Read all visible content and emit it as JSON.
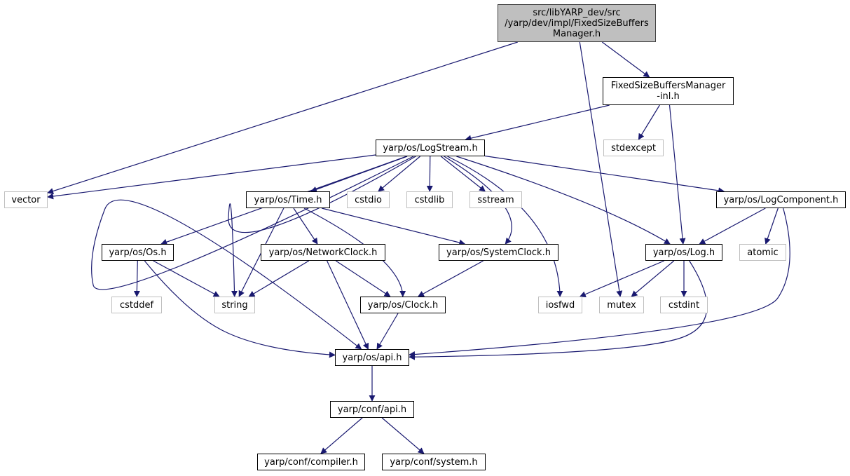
{
  "colors": {
    "edge": "#191970",
    "root_fill": "#bfbfbf",
    "system_border": "#bfbfbf"
  },
  "nodes": {
    "root": {
      "lines": [
        "src/libYARP_dev/src",
        "/yarp/dev/impl/FixedSizeBuffers",
        "Manager.h"
      ]
    },
    "inl": {
      "lines": [
        "FixedSizeBuffersManager",
        "-inl.h"
      ]
    },
    "logstream": {
      "lines": [
        "yarp/os/LogStream.h"
      ]
    },
    "stdexcept": {
      "lines": [
        "stdexcept"
      ]
    },
    "vector": {
      "lines": [
        "vector"
      ]
    },
    "time": {
      "lines": [
        "yarp/os/Time.h"
      ]
    },
    "cstdio": {
      "lines": [
        "cstdio"
      ]
    },
    "cstdlib": {
      "lines": [
        "cstdlib"
      ]
    },
    "sstream": {
      "lines": [
        "sstream"
      ]
    },
    "logcomponent": {
      "lines": [
        "yarp/os/LogComponent.h"
      ]
    },
    "os": {
      "lines": [
        "yarp/os/Os.h"
      ]
    },
    "networkclock": {
      "lines": [
        "yarp/os/NetworkClock.h"
      ]
    },
    "systemclock": {
      "lines": [
        "yarp/os/SystemClock.h"
      ]
    },
    "log": {
      "lines": [
        "yarp/os/Log.h"
      ]
    },
    "atomic": {
      "lines": [
        "atomic"
      ]
    },
    "cstddef": {
      "lines": [
        "cstddef"
      ]
    },
    "string": {
      "lines": [
        "string"
      ]
    },
    "clock": {
      "lines": [
        "yarp/os/Clock.h"
      ]
    },
    "iosfwd": {
      "lines": [
        "iosfwd"
      ]
    },
    "mutex": {
      "lines": [
        "mutex"
      ]
    },
    "cstdint": {
      "lines": [
        "cstdint"
      ]
    },
    "osapi": {
      "lines": [
        "yarp/os/api.h"
      ]
    },
    "confapi": {
      "lines": [
        "yarp/conf/api.h"
      ]
    },
    "compiler": {
      "lines": [
        "yarp/conf/compiler.h"
      ]
    },
    "system": {
      "lines": [
        "yarp/conf/system.h"
      ]
    }
  },
  "edges": [
    [
      "root",
      "vector"
    ],
    [
      "root",
      "mutex"
    ],
    [
      "root",
      "inl"
    ],
    [
      "inl",
      "logstream"
    ],
    [
      "inl",
      "stdexcept"
    ],
    [
      "inl",
      "log"
    ],
    [
      "logstream",
      "vector"
    ],
    [
      "logstream",
      "osapi"
    ],
    [
      "logstream",
      "os"
    ],
    [
      "logstream",
      "string"
    ],
    [
      "logstream",
      "time"
    ],
    [
      "logstream",
      "cstdio"
    ],
    [
      "logstream",
      "cstdlib"
    ],
    [
      "logstream",
      "sstream"
    ],
    [
      "logstream",
      "systemclock"
    ],
    [
      "logstream",
      "iosfwd"
    ],
    [
      "logstream",
      "log"
    ],
    [
      "logstream",
      "logcomponent"
    ],
    [
      "time",
      "string"
    ],
    [
      "time",
      "networkclock"
    ],
    [
      "time",
      "clock"
    ],
    [
      "time",
      "systemclock"
    ],
    [
      "os",
      "cstddef"
    ],
    [
      "os",
      "string"
    ],
    [
      "os",
      "osapi"
    ],
    [
      "networkclock",
      "string"
    ],
    [
      "networkclock",
      "clock"
    ],
    [
      "networkclock",
      "osapi"
    ],
    [
      "systemclock",
      "clock"
    ],
    [
      "clock",
      "osapi"
    ],
    [
      "logcomponent",
      "log"
    ],
    [
      "logcomponent",
      "atomic"
    ],
    [
      "logcomponent",
      "osapi"
    ],
    [
      "log",
      "iosfwd"
    ],
    [
      "log",
      "mutex"
    ],
    [
      "log",
      "cstdint"
    ],
    [
      "log",
      "osapi"
    ],
    [
      "osapi",
      "confapi"
    ],
    [
      "confapi",
      "compiler"
    ],
    [
      "confapi",
      "system"
    ]
  ]
}
